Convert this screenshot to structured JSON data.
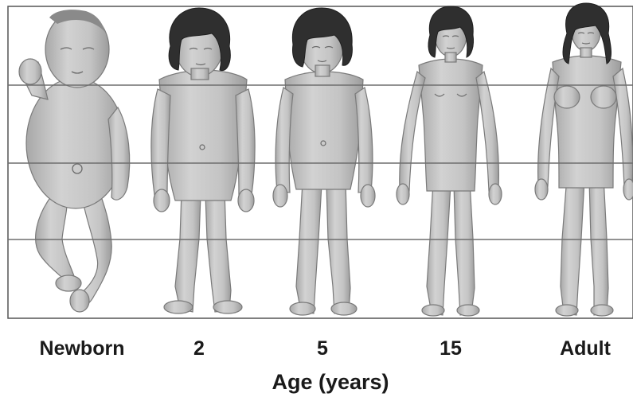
{
  "figure": {
    "stages": [
      {
        "label": "Newborn"
      },
      {
        "label": "2"
      },
      {
        "label": "5"
      },
      {
        "label": "15"
      },
      {
        "label": "Adult"
      }
    ],
    "axis_title": "Age (years)"
  },
  "colors": {
    "skin": "#c8c8c8",
    "skin_shade": "#a9a9a9",
    "hair": "#2f2f2f",
    "frame": "#555555",
    "grid": "#6e6e6e"
  }
}
